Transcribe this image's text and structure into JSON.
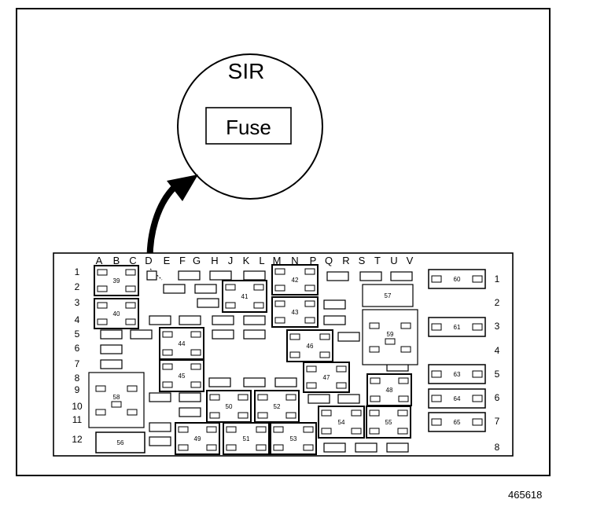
{
  "callout": {
    "title": "SIR",
    "fuse_label": "Fuse"
  },
  "columns": [
    "A",
    "B",
    "C",
    "D",
    "E",
    "F",
    "G",
    "H",
    "J",
    "K",
    "L",
    "M",
    "N",
    "P",
    "Q",
    "R",
    "S",
    "T",
    "U",
    "V"
  ],
  "left_rows": [
    "1",
    "2",
    "3",
    "4",
    "5",
    "6",
    "7",
    "8",
    "9",
    "10",
    "11",
    "12"
  ],
  "right_rows": [
    "1",
    "2",
    "3",
    "4",
    "5",
    "6",
    "7",
    "8"
  ],
  "modules": [
    "39",
    "40",
    "41",
    "42",
    "43",
    "44",
    "45",
    "46",
    "47",
    "48",
    "49",
    "50",
    "51",
    "52",
    "53",
    "54",
    "55",
    "56",
    "57",
    "58",
    "59",
    "60",
    "61",
    "63",
    "64",
    "65"
  ],
  "figure_number": "465618"
}
